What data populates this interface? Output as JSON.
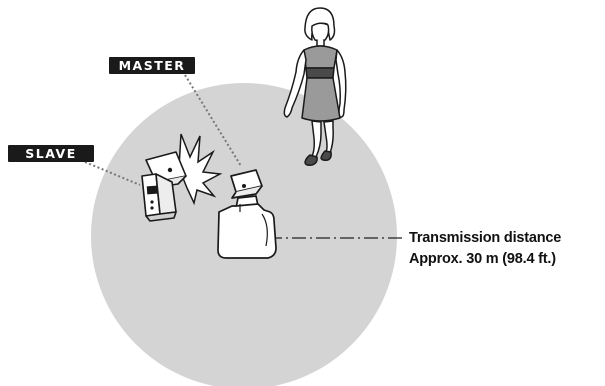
{
  "labels": {
    "master": "MASTER",
    "slave": "SLAVE"
  },
  "transmission": {
    "line1": "Transmission distance",
    "line2": "Approx. 30 m (98.4 ft.)"
  },
  "colors": {
    "range_circle": "#d4d4d4",
    "outline": "#1a1a1a",
    "dress": "#9a9a9a",
    "belt": "#4a4a4a",
    "tag_background": "#1a1a1a",
    "tag_text": "#ffffff",
    "dotted_line": "#777777"
  },
  "icons": [
    "woman-figure-icon",
    "camera-with-master-flash-icon",
    "slave-speedlite-icon",
    "flash-burst-icon"
  ]
}
